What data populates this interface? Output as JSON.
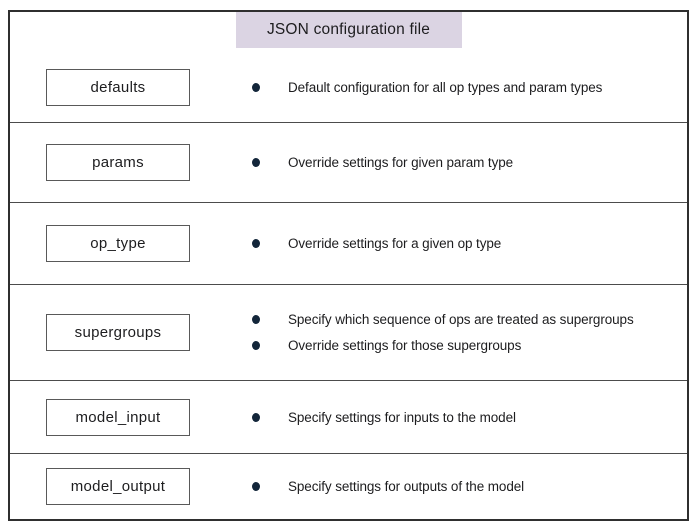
{
  "title": "JSON configuration file",
  "colors": {
    "title_bg": "#dbd4e3",
    "frame_border": "#2f2f2f",
    "divider": "#4c4c4c",
    "box_border": "#595959",
    "text": "#1d1d1f",
    "bullet": "#13263a"
  },
  "sections": [
    {
      "label": "defaults",
      "bullets": [
        "Default configuration for all op types and param types"
      ]
    },
    {
      "label": "params",
      "bullets": [
        "Override settings for given param type"
      ]
    },
    {
      "label": "op_type",
      "bullets": [
        "Override settings for a given op type"
      ]
    },
    {
      "label": "supergroups",
      "bullets": [
        "Specify which sequence of ops are treated as supergroups",
        "Override settings for those supergroups"
      ]
    },
    {
      "label": "model_input",
      "bullets": [
        "Specify settings for inputs to the model"
      ]
    },
    {
      "label": "model_output",
      "bullets": [
        "Specify settings for outputs of the model"
      ]
    }
  ]
}
